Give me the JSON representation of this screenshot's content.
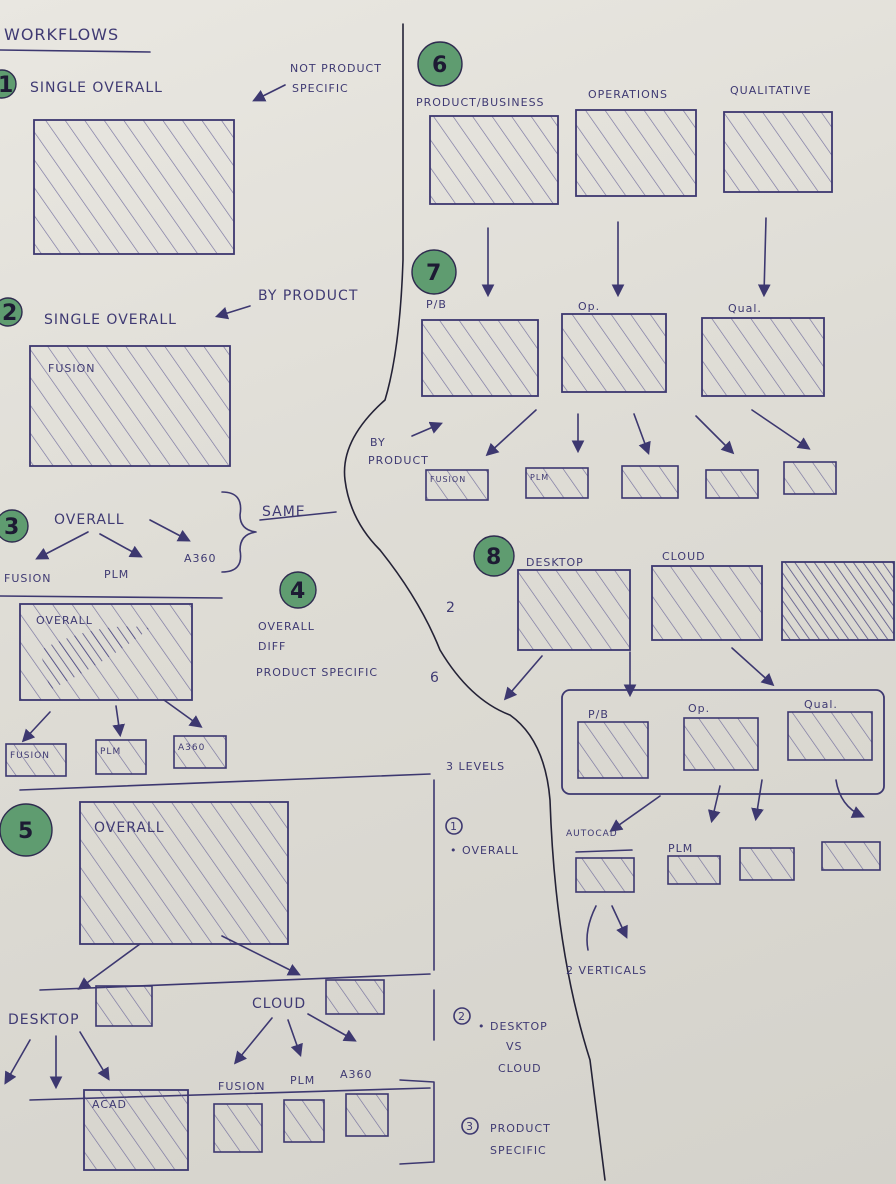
{
  "title": "WORKFLOWS",
  "sections": {
    "s1": {
      "num": "1",
      "label": "SINGLE OVERALL",
      "note_line1": "NOT PRODUCT",
      "note_line2": "SPECIFIC"
    },
    "s2": {
      "num": "2",
      "label": "SINGLE OVERALL",
      "note": "BY PRODUCT",
      "box_label": "FUSION"
    },
    "s3": {
      "num": "3",
      "root": "OVERALL",
      "children": [
        "FUSION",
        "PLM",
        "A360"
      ],
      "same": "SAME",
      "box_label": "OVERALL",
      "small_boxes": [
        "FUSION",
        "PLM",
        "A360"
      ]
    },
    "s4": {
      "num": "4",
      "line1": "OVERALL",
      "line2": "DIFF",
      "line3": "PRODUCT SPECIFIC"
    },
    "s5": {
      "num": "5",
      "box_label": "OVERALL",
      "desktop": "DESKTOP",
      "cloud": "CLOUD",
      "products": [
        "ACAD",
        "FUSION",
        "PLM",
        "A360"
      ],
      "levels_title": "3 LEVELS",
      "level1_num": "1",
      "level1": "• OVERALL",
      "level2_num": "2",
      "level2_line1": "• DESKTOP",
      "level2_line2": "VS",
      "level2_line3": "CLOUD",
      "level3_num": "3",
      "level3_line1": "PRODUCT",
      "level3_line2": "SPECIFIC"
    },
    "s6": {
      "num": "6",
      "columns": [
        "PRODUCT/BUSINESS",
        "OPERATIONS",
        "QUALITATIVE"
      ]
    },
    "s7": {
      "num": "7",
      "columns": [
        "P/B",
        "Op.",
        "Qual."
      ],
      "by_product_line1": "BY",
      "by_product_line2": "PRODUCT",
      "small_boxes": [
        "FUSION",
        "PLM"
      ]
    },
    "s8": {
      "num": "8",
      "columns": [
        "DESKTOP",
        "CLOUD"
      ],
      "inner": [
        "P/B",
        "Op.",
        "Qual."
      ],
      "bottom": [
        "AUTOCAD",
        "PLM"
      ],
      "verticals": "2 VERTICALS"
    },
    "margin_notes": [
      "2",
      "6"
    ]
  }
}
